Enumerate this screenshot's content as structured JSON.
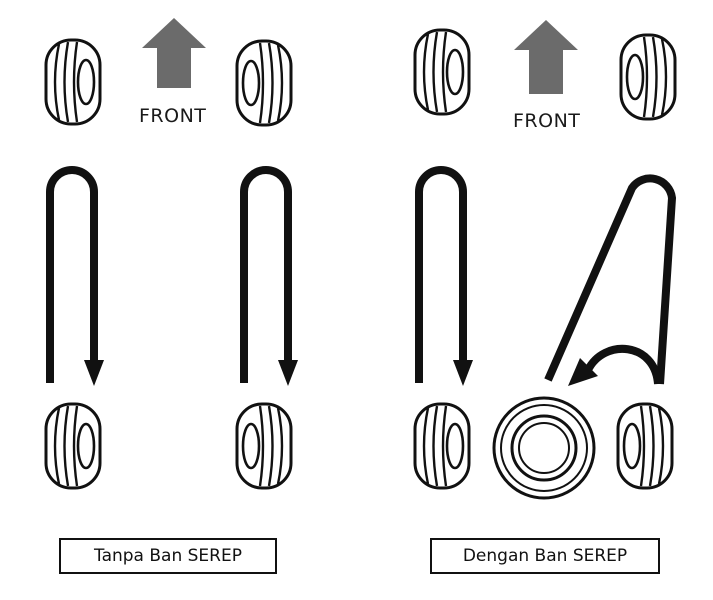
{
  "front_label_left": "FRONT",
  "front_label_right": "FRONT",
  "caption_left": "Tanpa Ban SEREP",
  "caption_right": "Dengan Ban SEREP",
  "colors": {
    "ink": "#111111",
    "arrow_gray": "#6b6b6b",
    "background": "#ffffff"
  }
}
